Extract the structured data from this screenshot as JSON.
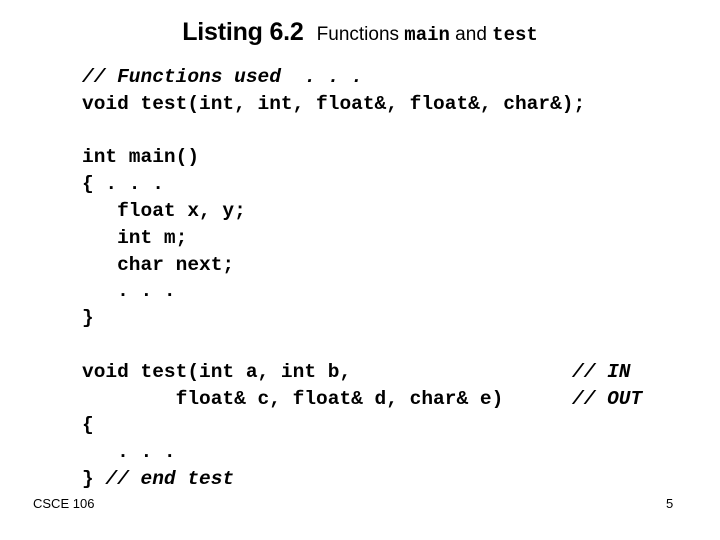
{
  "slide": {
    "background_color": "#ffffff",
    "text_color": "#000000",
    "title": {
      "listing_label": "Listing 6.2",
      "subtitle_part1": "Functions ",
      "subtitle_code1": "main",
      "subtitle_part2": " and ",
      "subtitle_code2": "test"
    },
    "code_lines": [
      {
        "text": "// Functions used  . . .",
        "style": "comment"
      },
      {
        "text": "void test(int, int, float&, float&, char&);",
        "style": "code"
      },
      {
        "text": "",
        "style": "blank"
      },
      {
        "text": "int main()",
        "style": "code"
      },
      {
        "text": "{ . . .",
        "style": "code"
      },
      {
        "text": "   float x, y;",
        "style": "code"
      },
      {
        "text": "   int m;",
        "style": "code"
      },
      {
        "text": "   char next;",
        "style": "code"
      },
      {
        "text": "   . . .",
        "style": "code"
      },
      {
        "text": "}",
        "style": "code"
      },
      {
        "text": "",
        "style": "blank"
      },
      {
        "text": "void test(int a, int b,",
        "style": "code",
        "trailing_comment": "// IN"
      },
      {
        "text": "        float& c, float& d, char& e)",
        "style": "code",
        "trailing_comment": "// OUT"
      },
      {
        "text": "{",
        "style": "code"
      },
      {
        "text": "   . . .",
        "style": "code"
      },
      {
        "text": "} ",
        "style": "code",
        "inline_comment": "// end test"
      }
    ],
    "footer": {
      "course": "CSCE 106",
      "page_number": "5"
    }
  }
}
